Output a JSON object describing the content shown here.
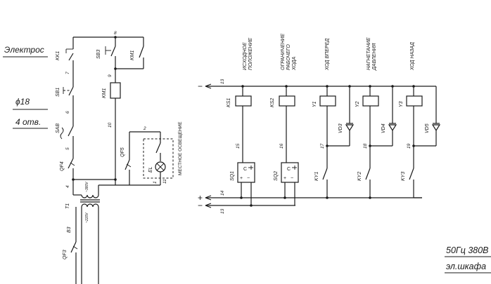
{
  "left_notes": {
    "electro": "Электрос",
    "phi": "ϕ18",
    "holes": "4 отв."
  },
  "right_notes": {
    "line1": "50Гц 380В",
    "line2": "эл.шкафа"
  },
  "control": {
    "devices": [
      "KK1",
      "SB1",
      "SAB",
      "QF4",
      "T1",
      "B3",
      "QF3",
      "SB3",
      "KM1",
      "KM1",
      "QF5",
      "EL"
    ],
    "wires": [
      "8",
      "7",
      "6",
      "5",
      "4",
      "9",
      "10",
      "2",
      "1",
      "11"
    ],
    "transformer_primary": "~380V",
    "transformer_secondary": "~220V",
    "lighting_label": "МЕСТНОЕ ОСВЕЩЕНИЕ"
  },
  "columns": [
    {
      "title": "ИСХОДНОЕ ПОЛОЖЕНИЕ",
      "relay": "KS1",
      "wire": "15",
      "contact": "SQ1"
    },
    {
      "title": "ОГРАНИЧЕНИЕ РАБОЧЕГО ХОДА",
      "relay": "KS2",
      "wire": "16",
      "contact": "SQ2"
    },
    {
      "title": "ХОД ВПЕРЕД",
      "relay": "Y1",
      "diode": "VD3",
      "wire": "17",
      "contact": "KY1"
    },
    {
      "title": "НАГНЕТАНИЕ ДАВЛЕНИЯ",
      "relay": "Y2",
      "diode": "VD4",
      "wire": "18",
      "contact": "KY2"
    },
    {
      "title": "ХОД НАЗАД",
      "relay": "Y3",
      "diode": "VD5",
      "wire": "19",
      "contact": "KY3"
    }
  ],
  "buses": {
    "top_sign": "−",
    "top_wire": "13",
    "mid_sign": "+",
    "mid_wire": "14",
    "bot_sign": "−",
    "bot_wire": "13"
  },
  "sensor_symbols": {
    "c": "C",
    "plus": "+",
    "minus": "−"
  }
}
